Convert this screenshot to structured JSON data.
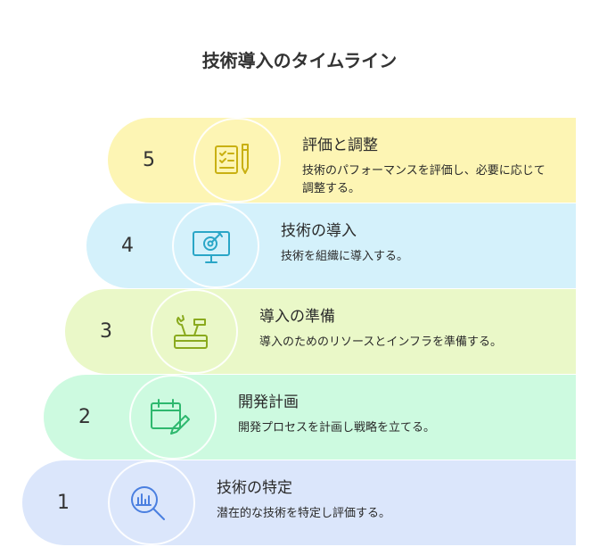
{
  "title": "技術導入のタイムライン",
  "steps": [
    {
      "number": "5",
      "heading": "評価と調整",
      "description": "技術のパフォーマンスを評価し、必要に応じて調整する。",
      "icon": "checklist-pen-icon",
      "color": "#fdf5b4"
    },
    {
      "number": "4",
      "heading": "技術の導入",
      "description": "技術を組織に導入する。",
      "icon": "monitor-target-icon",
      "color": "#d4f1fb"
    },
    {
      "number": "3",
      "heading": "導入の準備",
      "description": "導入のためのリソースとインフラを準備する。",
      "icon": "toolbox-icon",
      "color": "#eaf8c8"
    },
    {
      "number": "2",
      "heading": "開発計画",
      "description": "開発プロセスを計画し戦略を立てる。",
      "icon": "calendar-pen-icon",
      "color": "#cdfae0"
    },
    {
      "number": "1",
      "heading": "技術の特定",
      "description": "潜在的な技術を特定し評価する。",
      "icon": "magnify-chart-icon",
      "color": "#dbe6fb"
    }
  ]
}
